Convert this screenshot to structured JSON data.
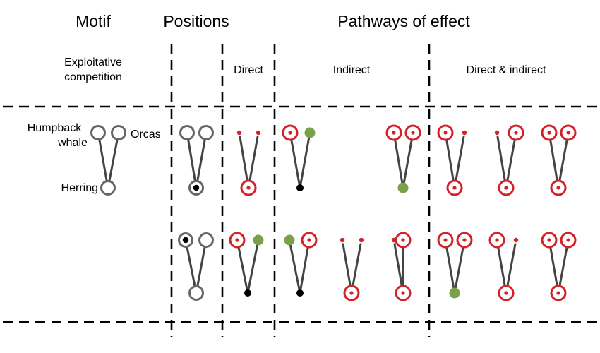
{
  "headers": {
    "motif": "Motif",
    "positions": "Positions",
    "pathways": "Pathways of effect"
  },
  "subheaders": {
    "motif_line1": "Exploitative",
    "motif_line2": "competition",
    "direct": "Direct",
    "indirect": "Indirect",
    "direct_indirect": "Direct & indirect"
  },
  "species": {
    "humpback_line1": "Humpback",
    "humpback_line2": "whale",
    "orcas": "Orcas",
    "herring": "Herring"
  },
  "colors": {
    "affected": "#d42027",
    "intermediary": "#7aa049",
    "focal": "#000000",
    "neutral_node": "#666666",
    "edge": "#444444"
  },
  "legend_node_types": [
    "gray-node",
    "focal-node",
    "red-target-node",
    "red-dot",
    "green-node",
    "black-dot"
  ],
  "motifs": [
    {
      "panel": "motif",
      "top": [
        "gray",
        "gray"
      ],
      "bottom": "gray"
    },
    {
      "panel": "positions-1",
      "top": [
        "gray",
        "gray"
      ],
      "bottom": "focal"
    },
    {
      "panel": "direct-1",
      "top": [
        "reddot",
        "reddot"
      ],
      "bottom": "redtarget"
    },
    {
      "panel": "indirect-1a",
      "top": [
        "redtarget",
        "green"
      ],
      "bottom": "black"
    },
    {
      "panel": "indirect-1b",
      "top": [
        "redtarget",
        "redtarget"
      ],
      "bottom": "green"
    },
    {
      "panel": "both-1a",
      "top": [
        "redtarget",
        "reddot"
      ],
      "bottom": "redtarget"
    },
    {
      "panel": "both-1b",
      "top": [
        "reddot",
        "redtarget"
      ],
      "bottom": "redtarget"
    },
    {
      "panel": "both-1c",
      "top": [
        "redtarget",
        "redtarget"
      ],
      "bottom": "redtarget"
    },
    {
      "panel": "positions-2",
      "top": [
        "focal",
        "gray"
      ],
      "bottom": "gray"
    },
    {
      "panel": "direct-2",
      "top": [
        "redtarget",
        "green"
      ],
      "bottom": "black"
    },
    {
      "panel": "indirect-2a",
      "top": [
        "green",
        "redtarget"
      ],
      "bottom": "black"
    },
    {
      "panel": "indirect-2b",
      "top": [
        "reddot",
        "reddot"
      ],
      "bottom": "redtarget"
    },
    {
      "panel": "indirect-2c",
      "top": [
        "reddot",
        "redtarget"
      ],
      "bottom": "redtarget"
    },
    {
      "panel": "both-2a",
      "top": [
        "redtarget",
        "redtarget"
      ],
      "bottom": "green"
    },
    {
      "panel": "both-2b",
      "top": [
        "redtarget",
        "reddot"
      ],
      "bottom": "redtarget"
    },
    {
      "panel": "both-2c",
      "top": [
        "redtarget",
        "redtarget"
      ],
      "bottom": "redtarget"
    }
  ]
}
